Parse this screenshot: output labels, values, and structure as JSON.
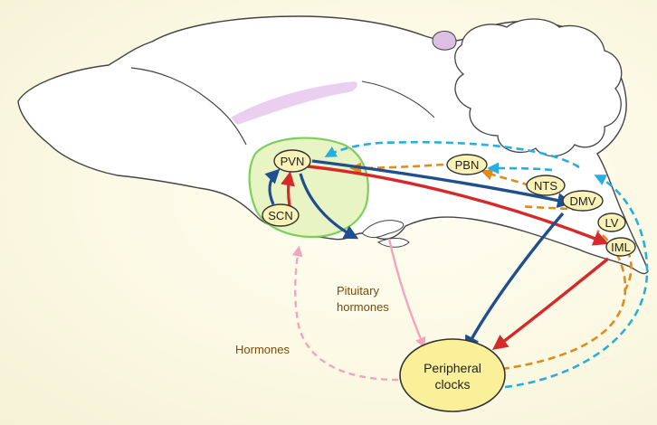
{
  "nodes": {
    "pvn": "PVN",
    "scn": "SCN",
    "pbn": "PBN",
    "nts": "NTS",
    "dmv": "DMV",
    "lv": "LV",
    "iml": "IML"
  },
  "peripheral": {
    "line1": "Peripheral",
    "line2": "clocks"
  },
  "labels": {
    "pituitary_line1": "Pituitary",
    "pituitary_line2": "hormones",
    "hormones": "Hormones"
  },
  "colors": {
    "red": "#d42a2a",
    "dark_blue": "#1f4f8c",
    "light_blue_dashed": "#27aee0",
    "orange_dashed": "#e08b1a",
    "pink_dashed": "#f3a4bf",
    "hypothalamus_fill": "#e9f4c4",
    "hypothalamus_stroke": "#7dcf5a",
    "node_fill": "#fbf2b8",
    "peripheral_fill": "#fbf09a"
  }
}
